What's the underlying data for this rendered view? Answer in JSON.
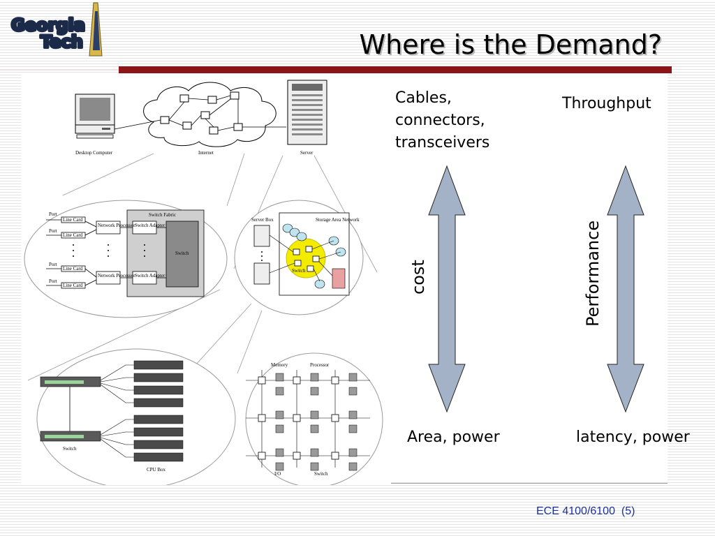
{
  "logo": {
    "line1": "Georgia",
    "line2": "Tech"
  },
  "slide": {
    "title": "Where is the Demand?"
  },
  "figure": {
    "desktop_label": "Desktop Computer",
    "internet_label": "Internet",
    "server_label": "Server",
    "switch_fabric_label": "Switch Fabric",
    "port_label": "Port",
    "line_card_label": "Line Card",
    "network_processor_label": "Network Processor",
    "switch_adapter_label": "Switch Adapter",
    "switch_label": "Switch",
    "server_box_label": "Server Box",
    "san_label": "Storage Area Network",
    "san_switch_label": "Switch",
    "memory_label": "Memory",
    "processor_label": "Processor",
    "io_label": "I/O",
    "mesh_switch_label": "Switch",
    "cpu_box_label": "CPU Box",
    "rack_switch_label": "Switch"
  },
  "tradeoffs": {
    "cables": [
      "Cables,",
      "connectors,",
      "transceivers"
    ],
    "throughput": "Throughput",
    "cost": "cost",
    "performance": "Performance",
    "area_power": "Area, power",
    "latency_power": "latency, power"
  },
  "footer": {
    "text": "ECE 4100/6100  (5)"
  },
  "colors": {
    "title_rule": "#8b1518",
    "arrow_fill": "#a3b2c6",
    "footer_text": "#1a2fa0",
    "logo_gold": "#d8b84a"
  }
}
